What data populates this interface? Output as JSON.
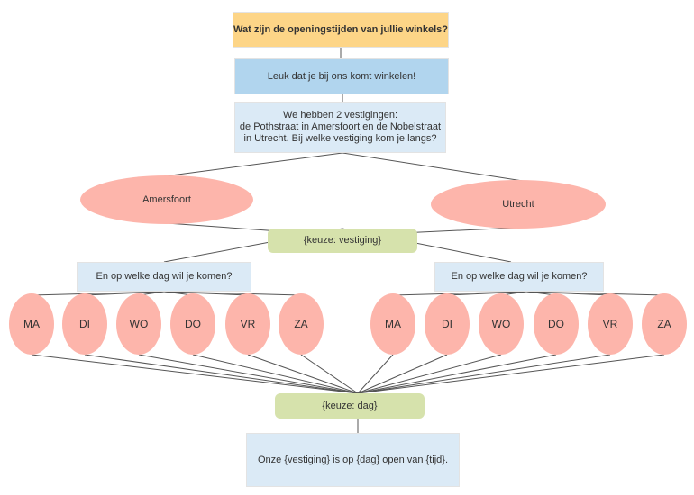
{
  "title": "Wat zijn de openingstijden van jullie winkels?",
  "greeting": "Leuk dat je bij ons komt winkelen!",
  "question_location": "We hebben 2 vestigingen:\nde Pothstraat in Amersfoort en de Nobelstraat in Utrecht. Bij welke vestiging kom je langs?",
  "locations": [
    "Amersfoort",
    "Utrecht"
  ],
  "choice_location": "{keuze: vestiging}",
  "question_day": [
    "En op welke dag wil je komen?",
    "En op welke dag wil je komen?"
  ],
  "days": [
    "MA",
    "DI",
    "WO",
    "DO",
    "VR",
    "ZA"
  ],
  "choice_day": "{keuze: dag}",
  "answer": "Onze {vestiging} is op {dag} open van {tijd}.",
  "colors": {
    "title": "#fdd587",
    "greeting": "#b1d5ee",
    "info": "#dbeaf6",
    "option": "#fdb5ab",
    "choice": "#d6e2ac"
  }
}
